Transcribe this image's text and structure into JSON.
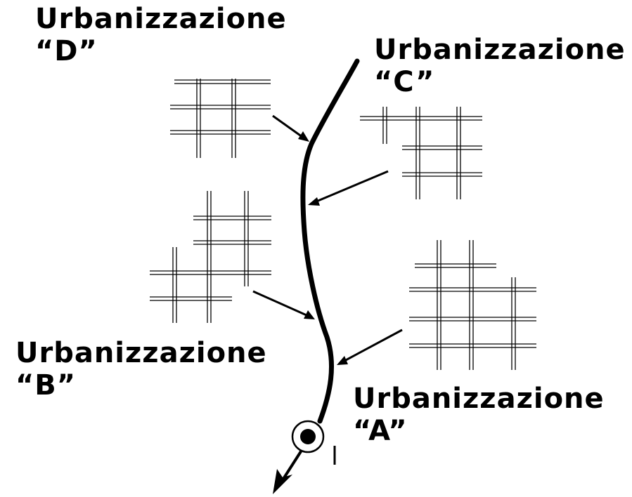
{
  "zones": [
    {
      "id": "D",
      "name": "Urbanizzazione",
      "letter": "“D”"
    },
    {
      "id": "C",
      "name": "Urbanizzazione",
      "letter": "“C”"
    },
    {
      "id": "B",
      "name": "Urbanizzazione",
      "letter": "“B”"
    },
    {
      "id": "A",
      "name": "Urbanizzazione",
      "letter": "“A”"
    }
  ],
  "icons": {
    "river": "river-line",
    "arrow": "flow-arrow-icon",
    "point": "target-point-icon"
  },
  "colors": {
    "ink": "#000000",
    "background": "#ffffff"
  }
}
